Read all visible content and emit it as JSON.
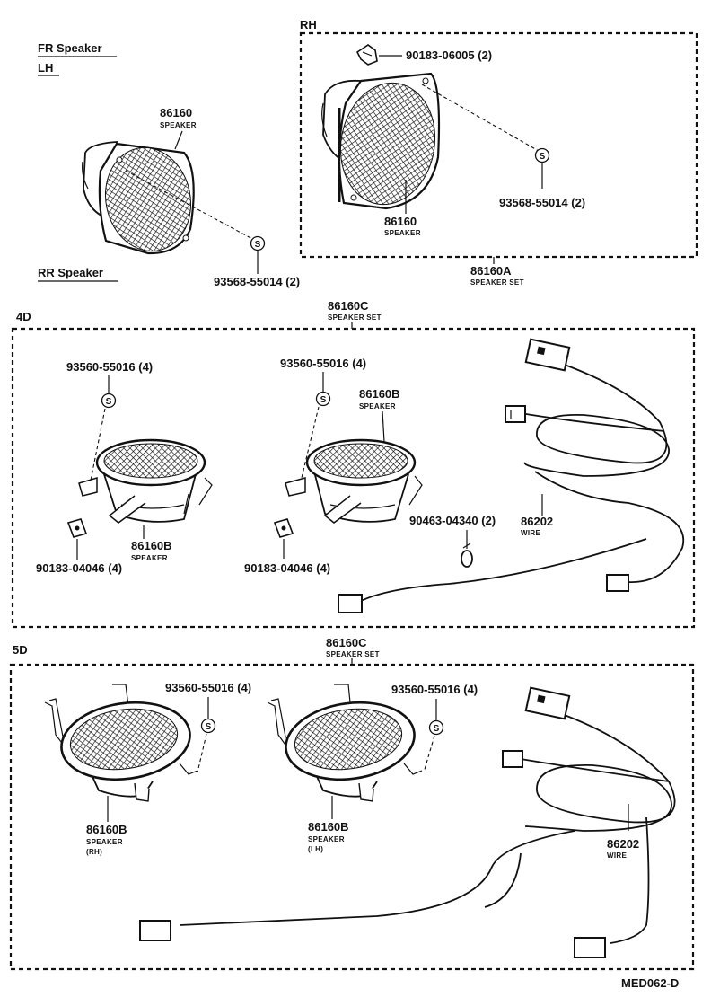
{
  "sections": {
    "top": {
      "fr_speaker_label": "FR Speaker",
      "lh_label": "LH",
      "rr_speaker_label": "RR Speaker",
      "rh_label": "RH",
      "lh_speaker_part": "86160",
      "lh_speaker_desc": "SPEAKER",
      "lh_screw_part": "93568-55014 (2)",
      "rh_clip_part": "90183-06005 (2)",
      "rh_screw_part": "93568-55014 (2)",
      "rh_speaker_part": "86160",
      "rh_speaker_desc": "SPEAKER",
      "set_part": "86160A",
      "set_desc": "SPEAKER SET"
    },
    "four_door": {
      "label": "4D",
      "set_part": "86160C",
      "set_desc": "SPEAKER SET",
      "left_screw_part": "93560-55016 (4)",
      "right_screw_part": "93560-55016 (4)",
      "upper_speaker_part": "86160B",
      "upper_speaker_desc": "SPEAKER",
      "lower_speaker_part": "86160B",
      "lower_speaker_desc": "SPEAKER",
      "left_nut_part": "90183-04046 (4)",
      "right_nut_part": "90183-04046 (4)",
      "clamp_part": "90463-04340 (2)",
      "wire_part": "86202",
      "wire_desc": "WIRE"
    },
    "five_door": {
      "label": "5D",
      "set_part": "86160C",
      "set_desc": "SPEAKER SET",
      "left_screw_part": "93560-55016 (4)",
      "right_screw_part": "93560-55016 (4)",
      "rh_speaker_part": "86160B",
      "rh_speaker_desc": "SPEAKER",
      "rh_side": "(RH)",
      "lh_speaker_part": "86160B",
      "lh_speaker_desc": "SPEAKER",
      "lh_side": "(LH)",
      "wire_part": "86202",
      "wire_desc": "WIRE"
    }
  },
  "drawing_code": "MED062-D",
  "icons": {
    "screw": "screw-s-icon",
    "speaker": "speaker-icon",
    "connector": "connector-icon",
    "clip": "clip-icon",
    "nut": "nut-icon",
    "clamp": "clamp-icon"
  }
}
